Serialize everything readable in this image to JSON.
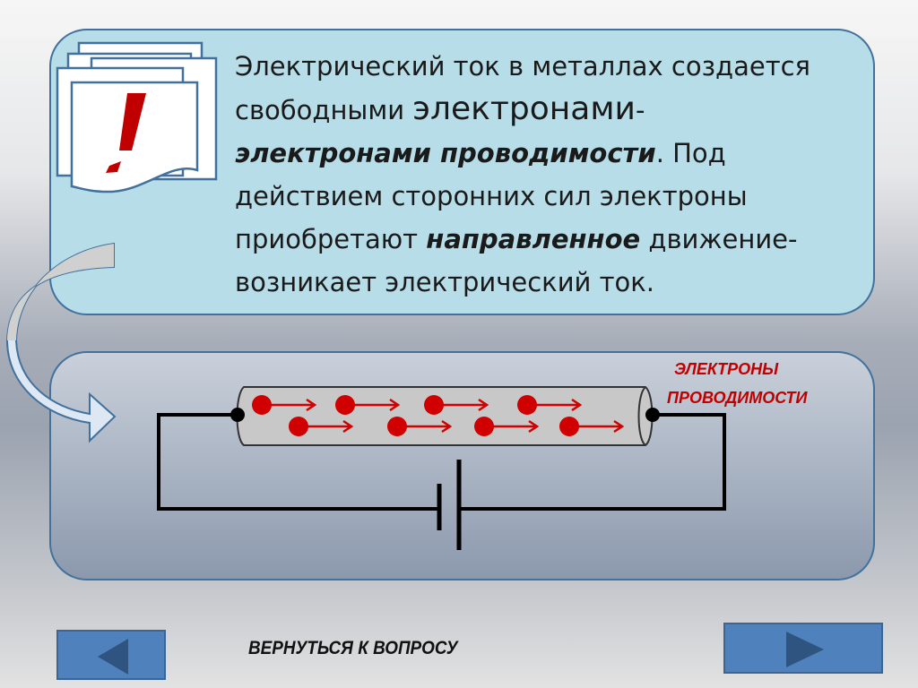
{
  "main_text": {
    "line1": "Электрический ток в металлах создается",
    "line2_a": "свободными ",
    "line2_b": "электронами",
    "line2_c": "-",
    "line3_bold": "электронами проводимости",
    "line3_rest": ". Под",
    "line4": "действием сторонних сил электроны",
    "line5_a": "приобретают ",
    "line5_bold": "направленное",
    "line5_c": " движение-",
    "line6": "возникает электрический ток."
  },
  "notice_icon": "exclamation-documents-icon",
  "diagram": {
    "label_line1": "ЭЛЕКТРОНЫ",
    "label_line2": "ПРОВОДИМОСТИ",
    "electron_color": "#d00000"
  },
  "nav": {
    "back_label": "ВЕРНУТЬСЯ К ВОПРОСУ",
    "prev_icon": "triangle-left-icon",
    "next_icon": "triangle-right-icon"
  }
}
